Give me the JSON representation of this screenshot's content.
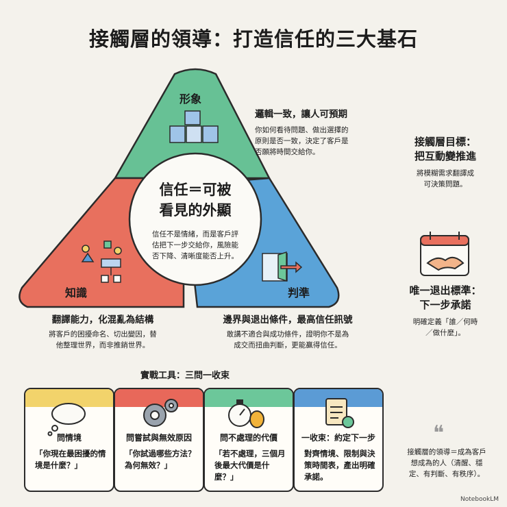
{
  "title": "接觸層的領導：打造信任的三大基石",
  "triangle": {
    "top_label": "形象",
    "left_label": "知識",
    "right_label": "判準",
    "center_title_line1": "信任＝可被",
    "center_title_line2": "看見的外顯",
    "center_body": [
      "信任不是情緒，而是客戶評",
      "估把下一步交給你，風險能",
      "否下降、清晰度能否上升。"
    ]
  },
  "callout_top": {
    "heading": "邏輯一致，讓人可預期",
    "body": [
      "你如何看待問題、做出選擇的",
      "原則是否一致，決定了客戶是",
      "否願將時間交給你。"
    ]
  },
  "callout_left": {
    "heading": "翻譯能力，化混亂為結構",
    "body": [
      "將客戶的困擾命名、切出變因，替",
      "他整理世界，而非推銷世界。"
    ]
  },
  "callout_right": {
    "heading": "邊界與退出條件，最高信任訊號",
    "body": [
      "敢講不適合與成功條件，證明你不是為",
      "成交而扭曲判斷，更能贏得信任。"
    ]
  },
  "goal": {
    "heading_line1": "接觸層目標：",
    "heading_line2": "把互動變推進",
    "body": [
      "將模糊需求翻譯成",
      "可決策問題。"
    ]
  },
  "exit": {
    "heading_line1": "唯一退出標準：",
    "heading_line2": "下一步承諾",
    "body": [
      "明確定義「誰／何時",
      "／做什麼」。"
    ]
  },
  "quote": {
    "mark": "❝",
    "body": [
      "接觸層的領導＝成為客戶",
      "想成為的人（清醒、穩",
      "定、有判斷、有秩序）。"
    ]
  },
  "tools_title": "實戰工具：三問一收束",
  "cards": [
    {
      "title": "問情境",
      "body": "「你現在最困擾的情境是什麼？」",
      "color": "#f2d36b",
      "icon": "thought-bubble-icon"
    },
    {
      "title": "問嘗試與無效原因",
      "body": "「你試過哪些方法？為何無效？」",
      "color": "#e8685a",
      "icon": "gears-icon"
    },
    {
      "title": "問不處理的代價",
      "body": "「若不處理，三個月後最大代價是什麼？」",
      "color": "#6cc79a",
      "icon": "stopwatch-money-icon"
    },
    {
      "title": "一收束：約定下一步",
      "body": "對齊情境、限制與決策時間表，產出明確承諾。",
      "color": "#5b9bd5",
      "icon": "checklist-icon"
    }
  ],
  "watermark": "NotebookLM",
  "colors": {
    "green": "#67c195",
    "red": "#e8705e",
    "blue": "#5aa3d8",
    "background": "#f4f2ec"
  }
}
